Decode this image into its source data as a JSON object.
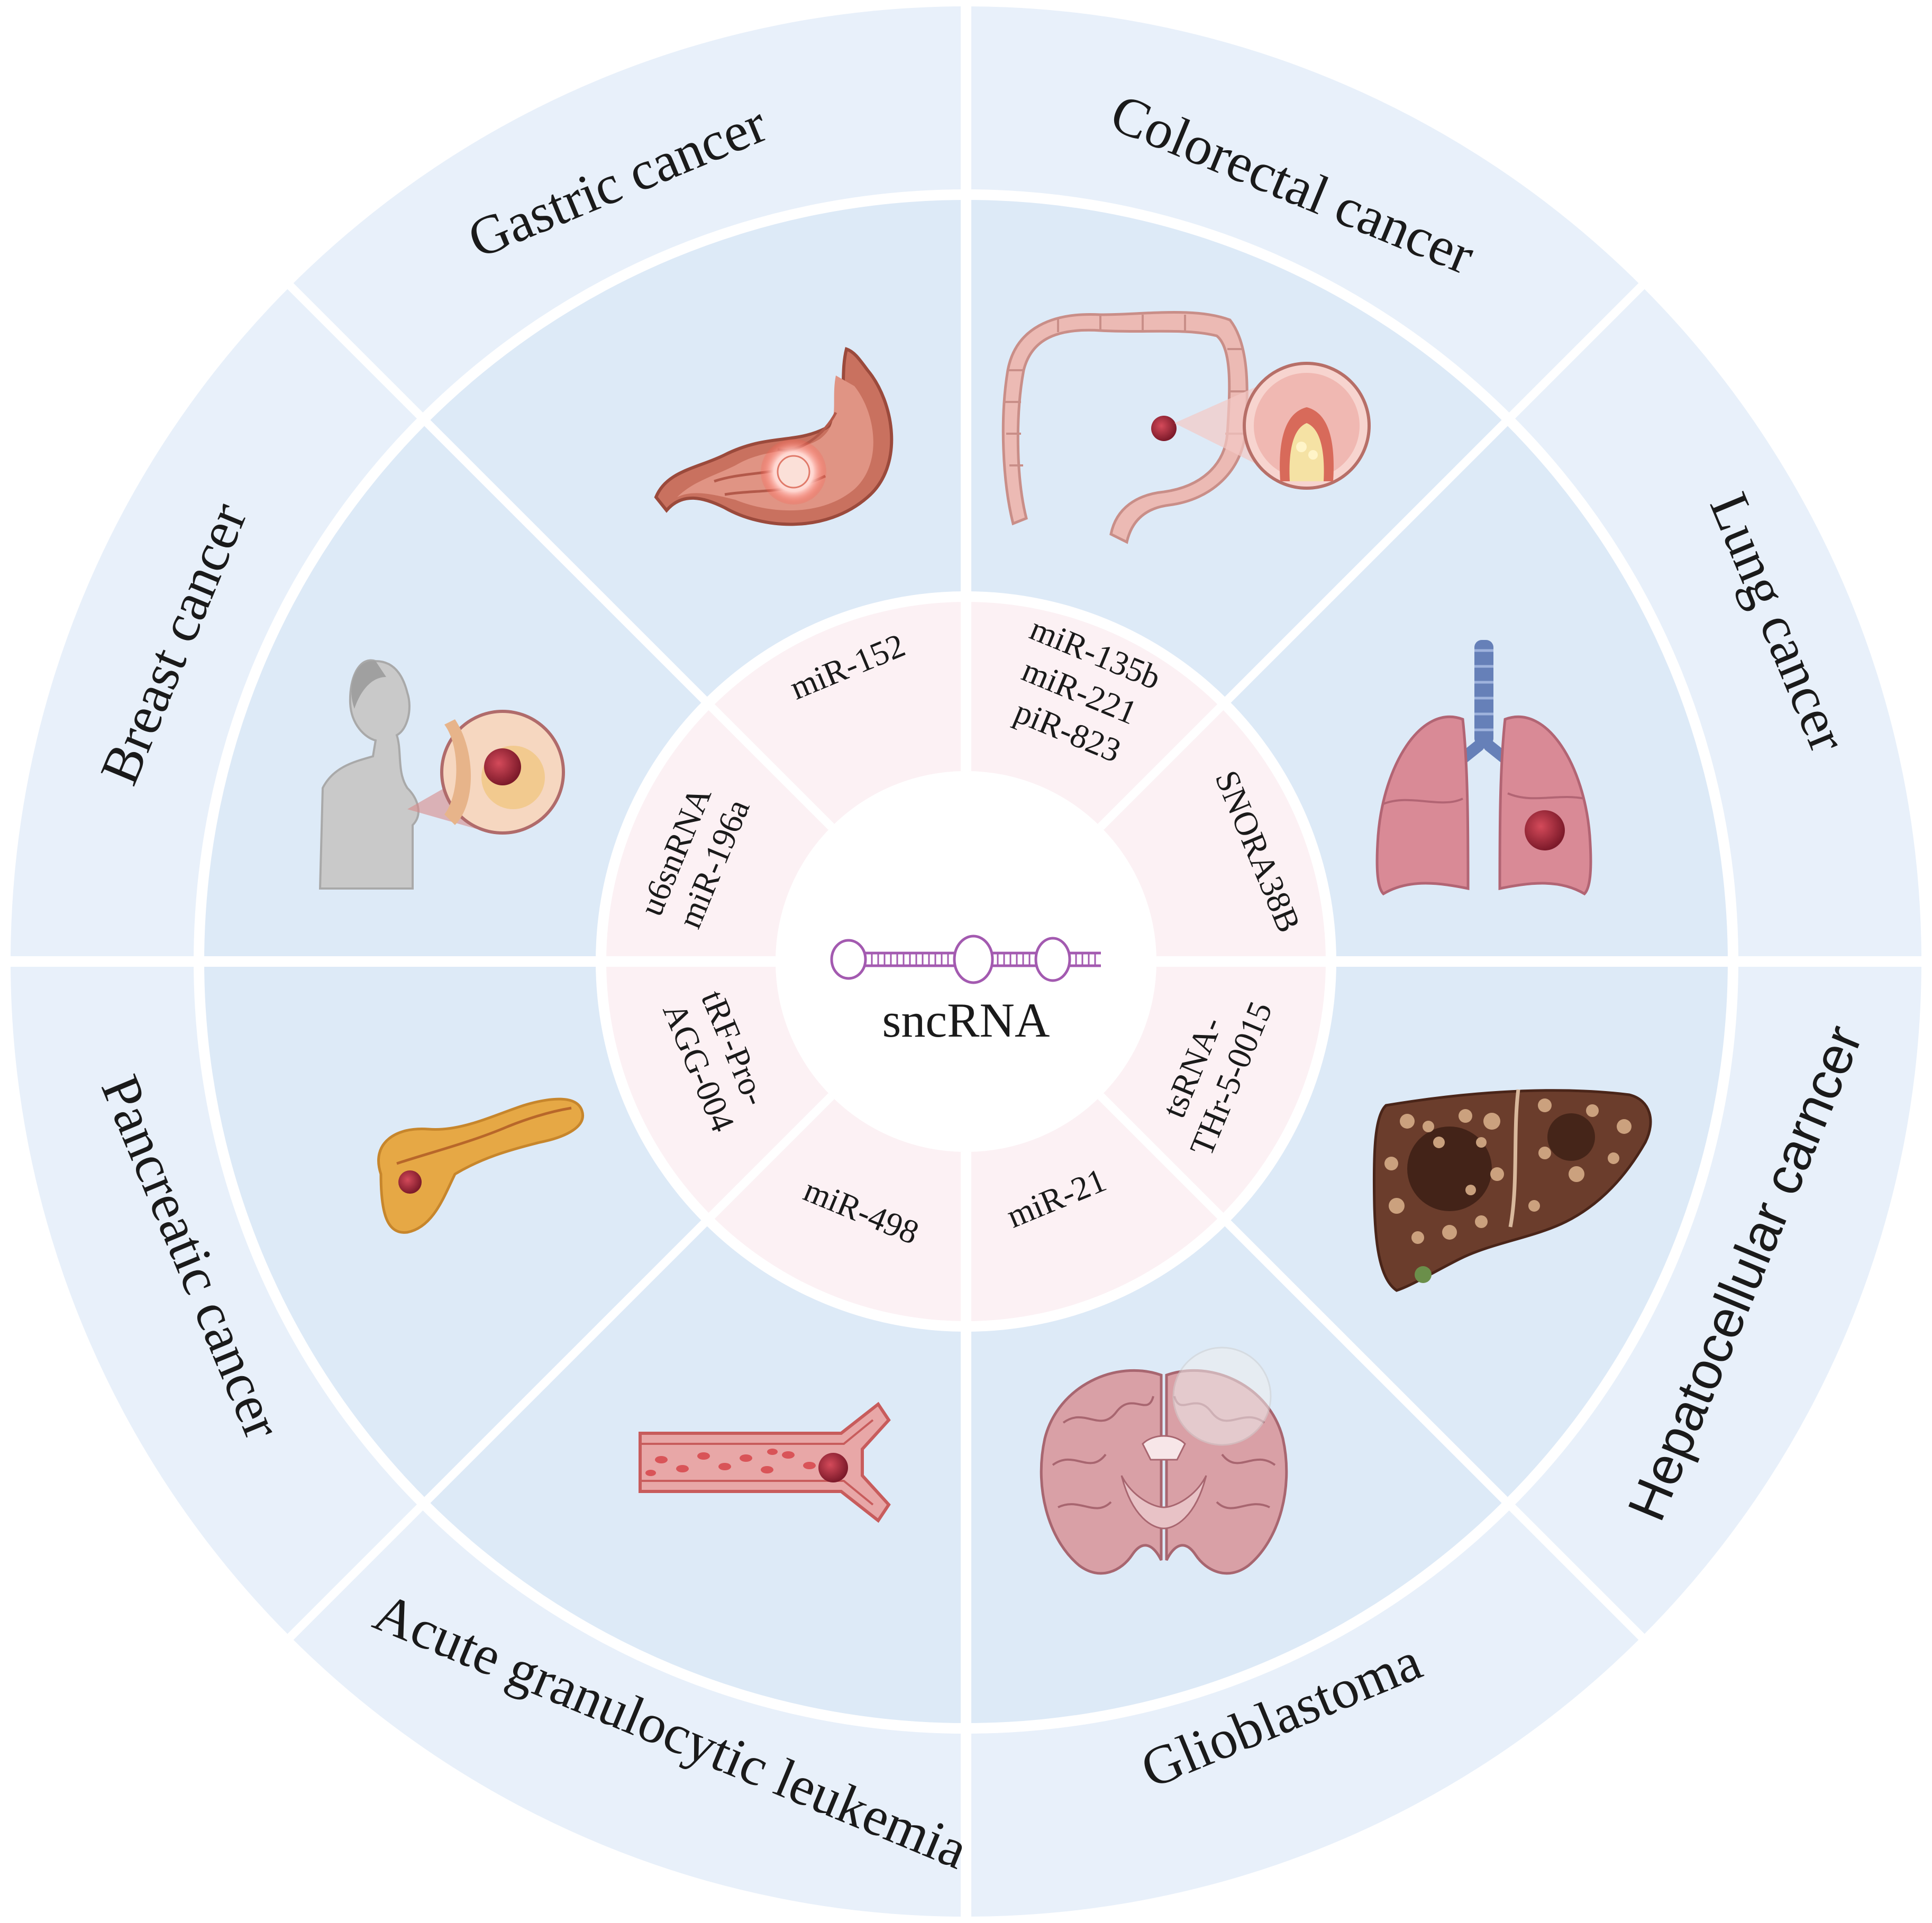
{
  "center": {
    "label": "sncRNA",
    "icon": "rna-hairpin-icon"
  },
  "sectors": [
    {
      "id": "gastric",
      "cancer": "Gastric cancer",
      "sncrnas": [
        "miR-152"
      ],
      "icon": "stomach-icon"
    },
    {
      "id": "colorectal",
      "cancer": "Colorectal cancer",
      "sncrnas": [
        "miR-135b",
        "miR-221",
        "piR-823"
      ],
      "icon": "colon-icon"
    },
    {
      "id": "lung",
      "cancer": "Lung cancer",
      "sncrnas": [
        "SNORA38B"
      ],
      "icon": "lungs-icon"
    },
    {
      "id": "hepatocellular",
      "cancer": "Hepatocellular carncer",
      "sncrnas": [
        "tsRNA-",
        "THr-5-0015"
      ],
      "icon": "liver-icon"
    },
    {
      "id": "glioblastoma",
      "cancer": "Glioblastoma",
      "sncrnas": [
        "miR-21"
      ],
      "icon": "brain-icon"
    },
    {
      "id": "leukemia",
      "cancer": "Acute granulocytic leukemia",
      "sncrnas": [
        "miR-498"
      ],
      "icon": "blood-vessel-icon"
    },
    {
      "id": "pancreatic",
      "cancer": "Pancreatic cancer",
      "sncrnas": [
        "tRF-Pro-",
        "AGG-004"
      ],
      "icon": "pancreas-icon"
    },
    {
      "id": "breast",
      "cancer": "Breast cancer",
      "sncrnas": [
        "u6snRNA",
        "miR-196a"
      ],
      "icon": "breast-icon"
    }
  ],
  "colors": {
    "outer_ring": "#e8f0fa",
    "middle_ring": "#ddeaf7",
    "inner_ring": "#fcf1f4",
    "center": "#ffffff",
    "divider": "#ffffff",
    "rna": "#a35ab0",
    "text": "#1a1a1a"
  }
}
